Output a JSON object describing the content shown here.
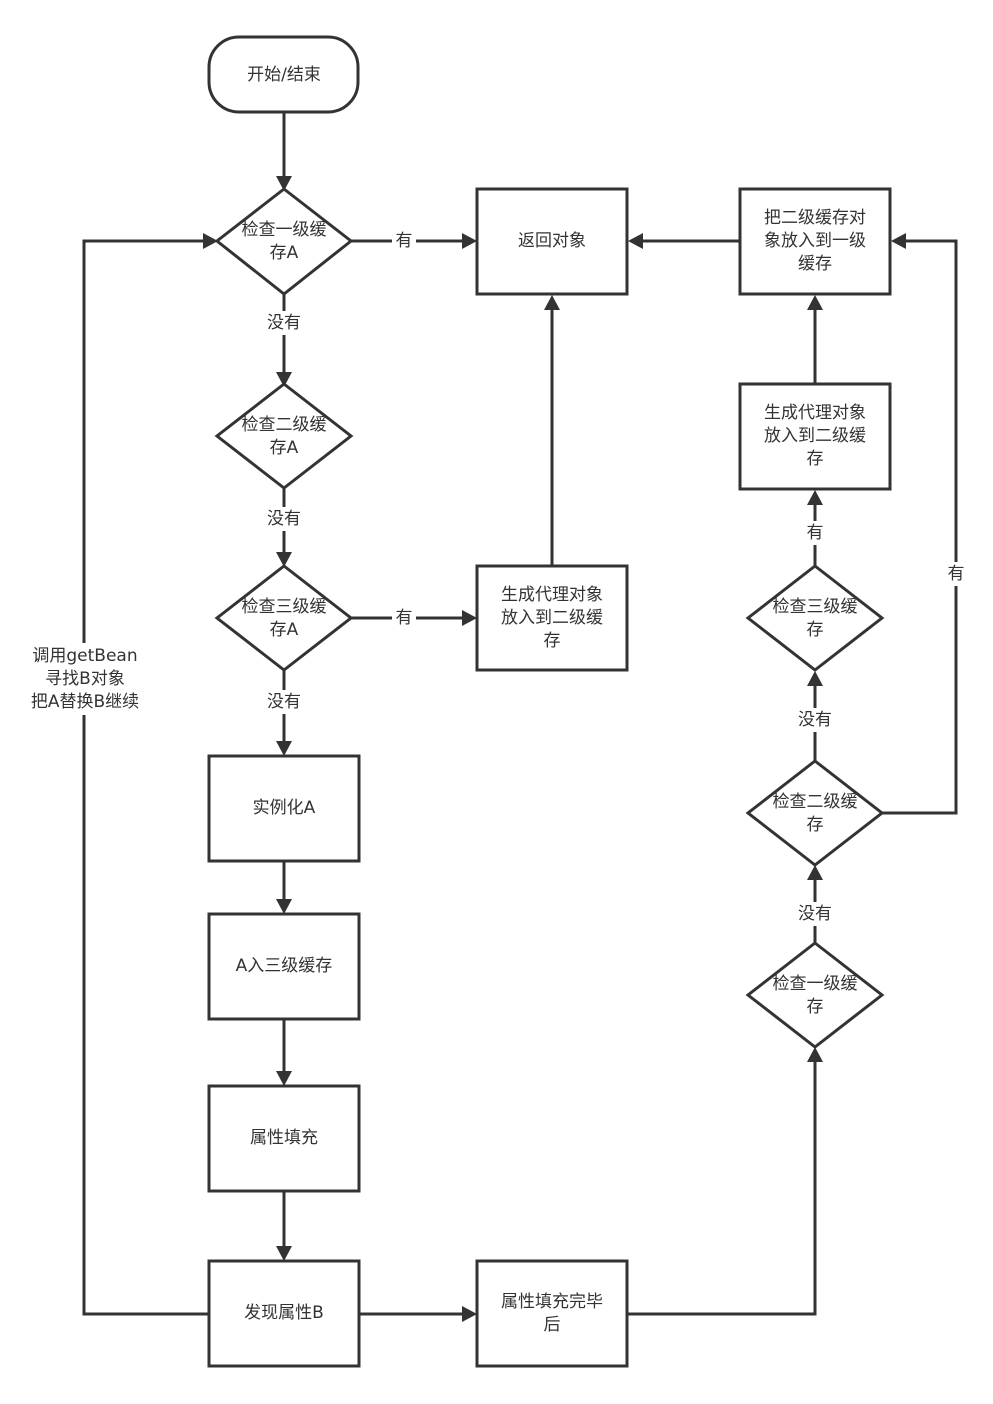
{
  "nodes": {
    "start_end": "开始/结束",
    "check_l1_a": [
      "检查一级缓",
      "存A"
    ],
    "check_l2_a": [
      "检查二级缓",
      "存A"
    ],
    "check_l3_a": [
      "检查三级缓",
      "存A"
    ],
    "return_object": "返回对象",
    "proxy_to_l2_mid": [
      "生成代理对象",
      "放入到二级缓",
      "存"
    ],
    "l2_to_l1": [
      "把二级缓存对",
      "象放入到一级",
      "缓存"
    ],
    "proxy_to_l2_right": [
      "生成代理对象",
      "放入到二级缓",
      "存"
    ],
    "instantiate_a": "实例化A",
    "a_into_l3": "A入三级缓存",
    "populate_props": "属性填充",
    "found_prop_b": "发现属性B",
    "populate_done": [
      "属性填充完毕",
      "后"
    ],
    "check_l3_right": [
      "检查三级缓",
      "存"
    ],
    "check_l2_right": [
      "检查二级缓",
      "存"
    ],
    "check_l1_right": [
      "检查一级缓",
      "存"
    ]
  },
  "edge_labels": {
    "yes": "有",
    "no": "没有",
    "loop_back": [
      "调用getBean",
      "寻找B对象",
      "把A替换B继续"
    ]
  },
  "colors": {
    "stroke": "#333333",
    "background": "#ffffff"
  }
}
